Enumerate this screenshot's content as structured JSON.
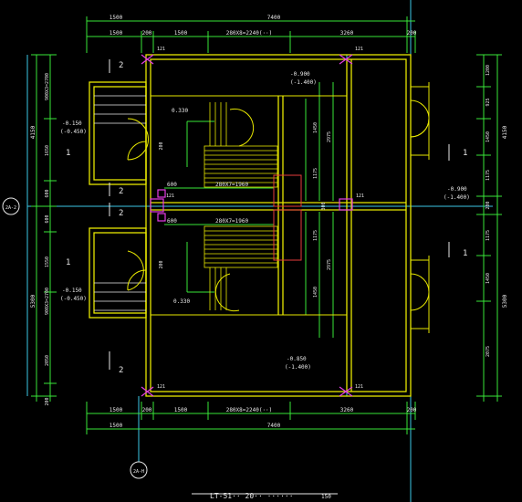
{
  "title": {
    "main": "LT-51·· 20·· ······",
    "scale": "150"
  },
  "top_dims_row1": [
    "1500",
    "7400"
  ],
  "top_dims_row2": [
    "1500",
    "200",
    "1500",
    "280X8=2240(··)",
    "3260",
    "200"
  ],
  "bottom_dims_row1": [
    "1500",
    "200",
    "1500",
    "280X8=2240(··)",
    "3260",
    "200"
  ],
  "bottom_dims_row2": [
    "1500",
    "7400"
  ],
  "left_dims_outer": [
    "4150",
    "5300"
  ],
  "left_dims_inner": [
    "900X3=2700",
    "1650",
    "600",
    "600",
    "1550",
    "900X3=2700",
    "2050",
    "200"
  ],
  "right_dims_outer": [
    "4150",
    "5300"
  ],
  "right_dims_inner": [
    "1200",
    "925",
    "1450",
    "1175",
    "200",
    "1175",
    "1450",
    "2075"
  ],
  "axis_left": "2A-2",
  "axis_bottom": "2A-H",
  "section_marks": [
    "2",
    "2",
    "2",
    "2",
    "1",
    "1",
    "1",
    "1"
  ],
  "levels": {
    "top": [
      "-0.900",
      "(-1.400)"
    ],
    "left_top": [
      "-0.150",
      "(-0.450)"
    ],
    "left_bottom": [
      "-0.150",
      "(-0.450)"
    ],
    "right_mid": [
      "-0.900",
      "(-1.400)"
    ],
    "bottom": [
      "-0.850",
      "(-1.400)"
    ],
    "landing_top": "0.330",
    "landing_bottom": "0.330"
  },
  "stair_labels": [
    "280X7=1960",
    "280X7=1960",
    "1450",
    "2975",
    "1175",
    "1175",
    "2975",
    "1450",
    "600",
    "600",
    "300"
  ],
  "small_labels": [
    "121",
    "121",
    "121",
    "121",
    "121",
    "121",
    "200",
    "200"
  ],
  "colors": {
    "bg": "#000000",
    "wall": "#e6e600",
    "dim": "#39e639",
    "axis": "#3cc8e6",
    "text": "#e8e8e8",
    "door": "#e6e600",
    "marker": "#e63ce6"
  }
}
